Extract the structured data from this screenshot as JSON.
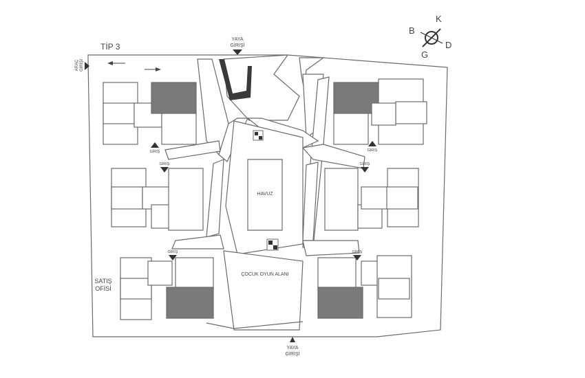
{
  "plan": {
    "type_label": "TİP 3",
    "compass": {
      "north": "K",
      "west": "B",
      "east": "D",
      "south": "G"
    },
    "pool_label": "HAVUZ",
    "playground_label": "ÇOCUK OYUN ALANI",
    "sales_office": [
      "SATIŞ",
      "OFİSİ"
    ],
    "vehicle_entrance": [
      "ARAÇ",
      "GİRİŞİ"
    ],
    "pedestrian_entrance_top": [
      "YAYA",
      "GİRİŞİ"
    ],
    "pedestrian_entrance_bottom": [
      "YAYA",
      "GİRİŞİ"
    ],
    "entrance_label": "GİRİŞ",
    "colors": {
      "line": "#6a6a6a",
      "highlight": "#7a7a7a",
      "dark": "#3a3a3a",
      "text": "#444444"
    }
  }
}
